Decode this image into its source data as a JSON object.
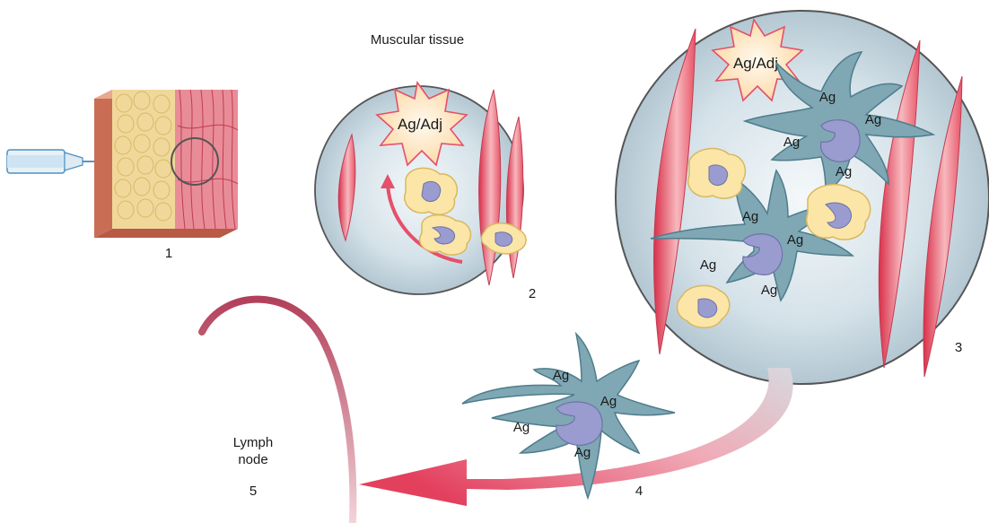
{
  "diagram": {
    "title": "Muscular tissue",
    "steps": {
      "s1": "1",
      "s2": "2",
      "s3": "3",
      "s4": "4",
      "s5": "5"
    },
    "lymph_node": {
      "line1": "Lymph",
      "line2": "node"
    },
    "antigen_adjuvant": "Ag/Adj",
    "antigen": "Ag"
  },
  "colors": {
    "muscle_fiber": "#e8505e",
    "tissue_bg": "#c9d8e1",
    "dendritic_cell": "#7fa7b4",
    "nucleus": "#9a9ccf",
    "macrophage": "#fbe6a8",
    "arrow": "#e5506a",
    "adjuvant_burst": "#fde6b4",
    "lymph_node_edge": "#b0405a"
  }
}
